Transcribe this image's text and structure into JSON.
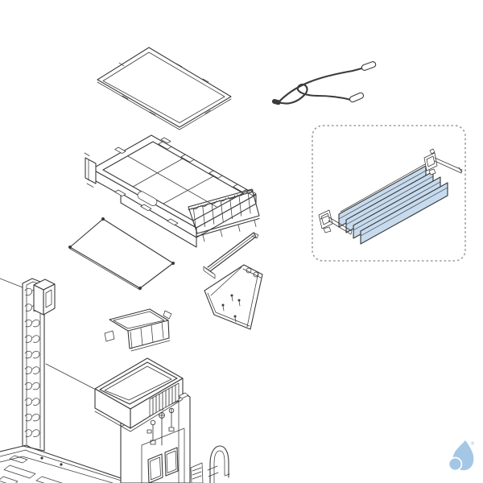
{
  "diagram": {
    "kind": "exploded-parts-diagram",
    "parts": [
      "top-cover-panel",
      "cable-assembly-with-connectors",
      "burner-frame-assembly",
      "insulation-panel",
      "small-baffle",
      "angle-bracket",
      "gusset-bracket",
      "chassis-rail-with-hooks",
      "base-tray",
      "heat-cell-tower",
      "siphon-pipe"
    ],
    "callout": {
      "border_style": "dashed-rounded",
      "highlighted_parts": [
        "baffle-set",
        "end-bracket-upper",
        "end-bracket-lower"
      ],
      "highlight_state": "highlighted-blue"
    }
  },
  "logo": {
    "icon": "water-drop-logo",
    "registered_mark": "®"
  },
  "colors": {
    "background": "#ffffff",
    "line": "#3a3a3a",
    "highlight_fill": "#c7dbef",
    "callout_border": "#9b9b9b",
    "logo_blue": "#a4c7e5"
  }
}
